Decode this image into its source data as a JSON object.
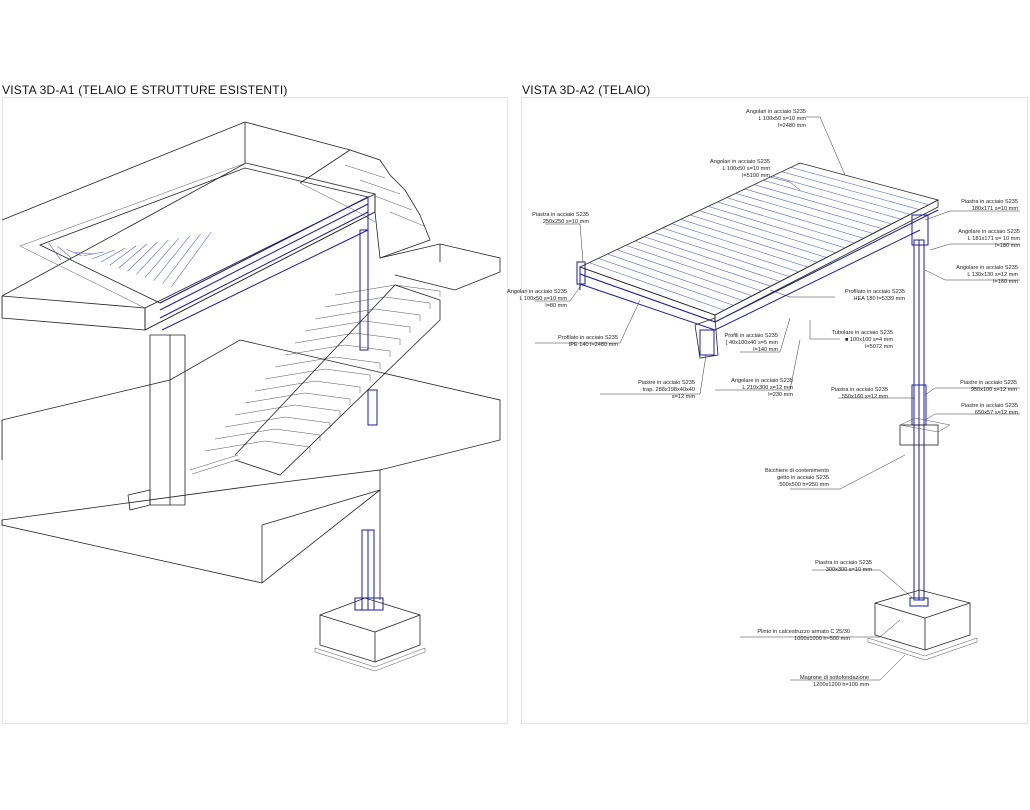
{
  "views": {
    "left_title": "VISTA 3D-A1 (TELAIO E STRUTTURE ESISTENTI)",
    "right_title": "VISTA 3D-A2 (TELAIO)"
  },
  "labels": [
    {
      "id": "ang1",
      "lines": [
        "Angolari in acciaio S235",
        "L 100x50 s=10 mm",
        "l=2480 mm"
      ]
    },
    {
      "id": "ang2",
      "lines": [
        "Angolari in acciaio S235",
        "L 100x50 s=10 mm",
        "l=5100 mm"
      ]
    },
    {
      "id": "pia1",
      "lines": [
        "Piastra in acciaio S235",
        "250x250 s=10 mm"
      ]
    },
    {
      "id": "pia2",
      "lines": [
        "Piastra in acciaio S235",
        "180x171 s=10 mm"
      ]
    },
    {
      "id": "ang3",
      "lines": [
        "Angolare in acciaio S235",
        "L 181x171 s= 10 mm",
        "l=180 mm"
      ]
    },
    {
      "id": "ang4",
      "lines": [
        "Angolare in acciaio S235",
        "L 130x130 s=12 mm",
        "l=160 mm"
      ]
    },
    {
      "id": "ang5",
      "lines": [
        "Angolari in acciaio S235",
        "L 100x50 s=10 mm",
        "l=80 mm"
      ]
    },
    {
      "id": "prof1",
      "lines": [
        "Profilato in acciaio S235",
        "HEA 180  l=5339 mm"
      ]
    },
    {
      "id": "prof2",
      "lines": [
        "Profilato in acciaio S235",
        "IPE 140 l=2480 mm"
      ]
    },
    {
      "id": "tub1",
      "lines": [
        "Tubolare in acciaio S235",
        "■ 100x100 s=4 mm",
        "l=5072 mm"
      ]
    },
    {
      "id": "prof3",
      "lines": [
        "Profili in acciaio S235",
        "[ 40x100x40 s=5 mm",
        "l=140 mm"
      ]
    },
    {
      "id": "pia3",
      "lines": [
        "Piastre in acciaio S235",
        "trap. 288x198x40x40",
        "s=12 mm"
      ]
    },
    {
      "id": "ang6",
      "lines": [
        "Angolare in acciaio S235",
        "L 210x300 s=12 mm",
        "l=230 mm"
      ]
    },
    {
      "id": "pia4",
      "lines": [
        "Piastra in acciaio S235",
        "550x160 s=12 mm"
      ]
    },
    {
      "id": "pia5",
      "lines": [
        "Piastre in acciaio S235",
        "950x100 s=12 mm"
      ]
    },
    {
      "id": "pia6",
      "lines": [
        "Piastre in acciaio S235",
        "650x57 s=12 mm"
      ]
    },
    {
      "id": "bic1",
      "lines": [
        "Bicchiere di contenimento",
        "getto in acciaio S235",
        "500x500 h=250 mm"
      ]
    },
    {
      "id": "pia7",
      "lines": [
        "Piastra in acciaio S235",
        "300x300 s=10 mm"
      ]
    },
    {
      "id": "pli1",
      "lines": [
        "Plinto in calcestruzzo armato C 25/30",
        "1000x1000 h=500 mm"
      ]
    },
    {
      "id": "mag1",
      "lines": [
        "Magrone di sottofondazione",
        "1200x1200 h=100 mm"
      ]
    }
  ]
}
